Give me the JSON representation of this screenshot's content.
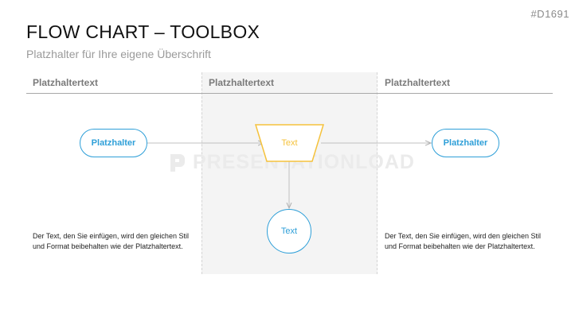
{
  "slide": {
    "id": "#D1691",
    "title": "FLOW CHART – TOOLBOX",
    "subtitle": "Platzhalter für Ihre eigene Überschrift"
  },
  "columns": [
    {
      "header": "Platzhaltertext",
      "body": "Der Text, den Sie einfügen, wird den gleichen Stil und Format beibehalten wie der Platzhaltertext."
    },
    {
      "header": "Platzhaltertext"
    },
    {
      "header": "Platzhaltertext",
      "body": "Der Text, den Sie einfügen, wird den gleichen Stil und Format beibehalten wie der Platzhaltertext."
    }
  ],
  "flow": {
    "terminator_left": "Platzhalter",
    "manual_operation": "Text",
    "connector": "Text",
    "terminator_right": "Platzhalter"
  },
  "watermark": {
    "text": "PRESENTATIONLOAD",
    "icon": "presentationload-logo-icon"
  },
  "colors": {
    "accent_blue": "#2e9fd8",
    "accent_yellow": "#f5c23c",
    "title": "#111111",
    "subtitle": "#9a9a9a",
    "header_text": "#7a7a7a",
    "band": "#f4f4f4"
  }
}
